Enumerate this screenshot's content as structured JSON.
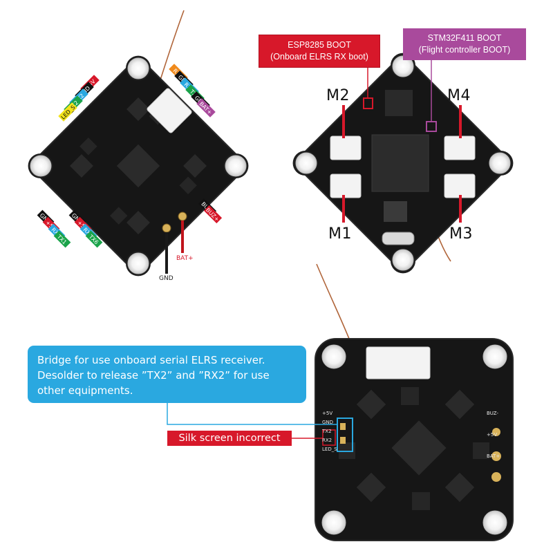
{
  "colors": {
    "board": "#161616",
    "board_edge": "#2a2a2a",
    "pad_gold": "#d8b25a",
    "red": "#d7182a",
    "purple": "#a94a9c",
    "blue": "#2aa8e0",
    "wire_black": "#1a1a1a",
    "wire_red": "#c0141c",
    "antenna": "#b0653a"
  },
  "callouts": {
    "esp_boot": {
      "line1": "ESP8285 BOOT",
      "line2": "(Onboard ELRS RX boot)"
    },
    "stm_boot": {
      "line1": "STM32F411 BOOT",
      "line2": "(Flight controller BOOT)"
    },
    "bridge_note": {
      "line1": "Bridge for use onboard serial ELRS receiver.",
      "line2": "Desolder to release ”TX2” and ”RX2” for use",
      "line3": "other equipments."
    },
    "silk_incorrect": "Silk screen incorrect"
  },
  "motors": {
    "m1": "M1",
    "m2": "M2",
    "m3": "M3",
    "m4": "M4"
  },
  "wire_labels": {
    "gnd": "GND",
    "bat": "BAT+"
  },
  "pin_labels": {
    "top_left": [
      {
        "text": "+5V",
        "bg": "#d7182a",
        "fg": "#ffffff"
      },
      {
        "text": "GND",
        "bg": "#111111",
        "fg": "#ffffff"
      },
      {
        "text": "RX2",
        "bg": "#2aa8e0",
        "fg": "#ffffff"
      },
      {
        "text": "TX2",
        "bg": "#1aa34a",
        "fg": "#ffffff"
      },
      {
        "text": "LED_S",
        "bg": "#f2e21b",
        "fg": "#111111"
      }
    ],
    "top_right": [
      {
        "text": "RX6",
        "bg": "#f08a1c",
        "fg": "#ffffff"
      },
      {
        "text": "GND",
        "bg": "#111111",
        "fg": "#ffffff"
      },
      {
        "text": "RX1",
        "bg": "#2aa8e0",
        "fg": "#ffffff"
      },
      {
        "text": "TX1",
        "bg": "#1aa34a",
        "fg": "#ffffff"
      },
      {
        "text": "GND",
        "bg": "#111111",
        "fg": "#ffffff"
      },
      {
        "text": "BAT+",
        "bg": "#a94a9c",
        "fg": "#ffffff"
      }
    ],
    "bottom_left_a": [
      {
        "text": "GND",
        "bg": "#111111",
        "fg": "#ffffff"
      },
      {
        "text": "+5V",
        "bg": "#d7182a",
        "fg": "#ffffff"
      },
      {
        "text": "RX1",
        "bg": "#2aa8e0",
        "fg": "#ffffff"
      },
      {
        "text": "TX1",
        "bg": "#1aa34a",
        "fg": "#ffffff"
      }
    ],
    "bottom_left_b": [
      {
        "text": "GND",
        "bg": "#111111",
        "fg": "#ffffff"
      },
      {
        "text": "+5V",
        "bg": "#d7182a",
        "fg": "#ffffff"
      },
      {
        "text": "RX6",
        "bg": "#2aa8e0",
        "fg": "#ffffff"
      },
      {
        "text": "TX6",
        "bg": "#1aa34a",
        "fg": "#ffffff"
      }
    ],
    "bottom_right": [
      {
        "text": "BUZ-",
        "bg": "#111111",
        "fg": "#ffffff"
      },
      {
        "text": "BUZ+",
        "bg": "#d7182a",
        "fg": "#ffffff"
      }
    ]
  },
  "board3_silk": {
    "left": [
      "+5V",
      "GND",
      "TX2",
      "RX2",
      "LED_S"
    ],
    "right": [
      "BUZ-",
      "+5V",
      "BAT+"
    ]
  }
}
